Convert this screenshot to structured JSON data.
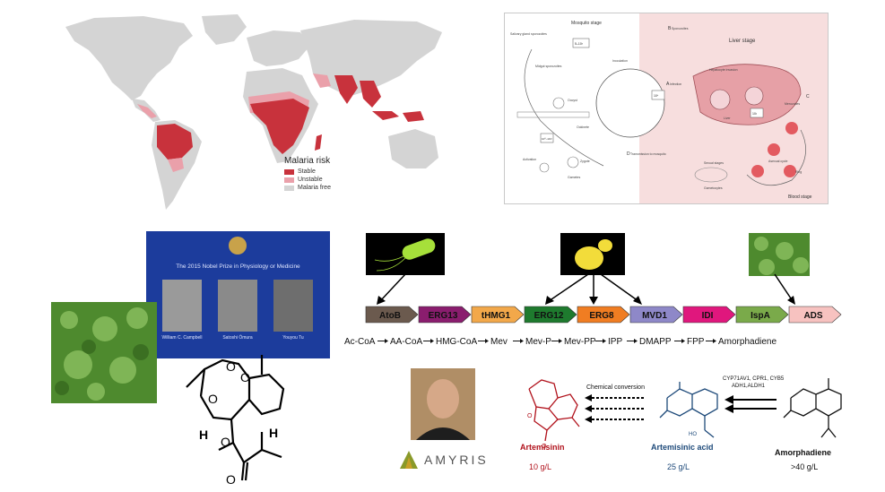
{
  "map": {
    "legend_title": "Malaria risk",
    "legend": [
      {
        "label": "Stable",
        "color": "#c8323c"
      },
      {
        "label": "Unstable",
        "color": "#eaa0aa"
      },
      {
        "label": "Malaria free",
        "color": "#d4d4d4"
      }
    ]
  },
  "lifecycle": {
    "mosquito_stage": "Mosquito stage",
    "liver_stage": "Liver stage",
    "blood_stage": "Blood stage",
    "label_a": "A",
    "label_b": "B",
    "label_c": "C",
    "label_d": "D",
    "text_a": "Infection",
    "text_b": "Sporozoites",
    "text_d": "Transmission to mosquito",
    "text_inoculation": "Inoculation",
    "text_hepatocyte": "Hepatocyte invasion",
    "text_merozoites": "Merozoites",
    "text_asexual": "Asexual cycle",
    "text_ring": "Ring",
    "text_sexual": "Sexual stages",
    "text_gametocytes": "Gametocytes",
    "text_salivary": "Salivary gland sporozoites",
    "text_midgut": "Midgut sporozoites",
    "text_oocyst": "Oocyst",
    "text_ookinete": "Ookinete",
    "text_zygote": "Zygote",
    "text_gametes": "Gametes",
    "text_activation": "Activation",
    "text_liver": "Liver",
    "text_box1": "5–10³",
    "text_box2": "10⁴",
    "text_box3": "10²",
    "text_box4": "10⁸–10¹²"
  },
  "nobel": {
    "title": "The 2015 Nobel Prize in Physiology or Medicine",
    "laureates": [
      "William C. Campbell",
      "Satoshi Ōmura",
      "Youyou Tu"
    ]
  },
  "genes": {
    "items": [
      {
        "label": "AtoB",
        "color": "#6b5a4e"
      },
      {
        "label": "ERG13",
        "color": "#8a1d6e"
      },
      {
        "label": "tHMG1",
        "color": "#f2a84a"
      },
      {
        "label": "ERG12",
        "color": "#1e7a2e"
      },
      {
        "label": "ERG8",
        "color": "#f07d22"
      },
      {
        "label": "MVD1",
        "color": "#8e88c8"
      },
      {
        "label": "IDI",
        "color": "#e0177d"
      },
      {
        "label": "IspA",
        "color": "#7aaa4a"
      },
      {
        "label": "ADS",
        "color": "#f7c2c0"
      }
    ]
  },
  "pathway": {
    "metabolites": [
      "Ac-CoA",
      "AA-CoA",
      "HMG-CoA",
      "Mev",
      "Mev-P",
      "Mev-PP",
      "IPP",
      "DMAPP",
      "FPP",
      "Amorphadiene"
    ]
  },
  "synthesis": {
    "chemical_conversion": "Chemical conversion",
    "enzymes_line1": "CYP71AV1, CPR1, CYB5",
    "enzymes_line2": "ADH1,ALDH1",
    "artemisinin_name": "Artemisinin",
    "artemisinin_titer": "10 g/L",
    "acid_name": "Artemisinic acid",
    "acid_titer": "25 g/L",
    "amorph_name": "Amorphadiene",
    "amorph_titer": ">40 g/L",
    "cooh": "HO",
    "h": "H",
    "o": "O"
  },
  "structure": {
    "h": "H",
    "o": "O"
  },
  "company": {
    "name": "AMYRIS"
  },
  "colors": {
    "map_stable": "#c8323c",
    "map_unstable": "#eaa0aa",
    "map_land": "#d4d4d4",
    "nobel_bg": "#1c3c9c",
    "artemisinin": "#b1121c",
    "artemisinic_acid": "#1e4a7a"
  }
}
